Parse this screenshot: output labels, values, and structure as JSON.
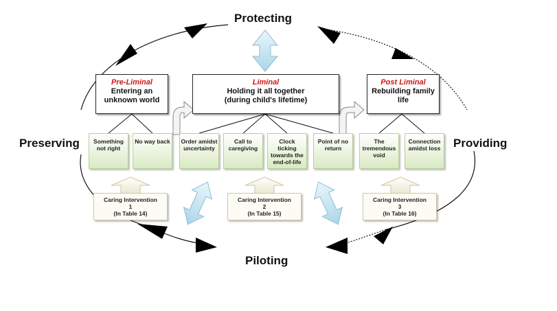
{
  "outer_labels": {
    "top": "Protecting",
    "left": "Preserving",
    "right": "Providing",
    "bottom": "Piloting"
  },
  "stages": [
    {
      "phase": "Pre-Liminal",
      "text_line1": "Entering  an",
      "text_line2": "unknown world"
    },
    {
      "phase": "Liminal",
      "text_line1": "Holding it all together",
      "text_line2": "(during child's lifetime)"
    },
    {
      "phase": "Post Liminal",
      "text_line1": "Rebuilding family",
      "text_line2": "life"
    }
  ],
  "themes": [
    {
      "line1": "Something",
      "line2": "not right",
      "line3": "",
      "line4": ""
    },
    {
      "line1": "No way   back",
      "line2": "",
      "line3": "",
      "line4": ""
    },
    {
      "line1": "Order amidst",
      "line2": "uncertainty",
      "line3": "",
      "line4": ""
    },
    {
      "line1": "Call to",
      "line2": "caregiving",
      "line3": "",
      "line4": ""
    },
    {
      "line1": "Clock",
      "line2": "ticking",
      "line3": "towards the",
      "line4": "end-of-life"
    },
    {
      "line1": "Point of no",
      "line2": "return",
      "line3": "",
      "line4": ""
    },
    {
      "line1": "The",
      "line2": "tremendous",
      "line3": "void",
      "line4": ""
    },
    {
      "line1": "Connection",
      "line2": "amidst loss",
      "line3": "",
      "line4": ""
    }
  ],
  "interventions": [
    {
      "title": "Caring Intervention",
      "number": "1",
      "ref": "(In Table 14)"
    },
    {
      "title": "Caring Intervention",
      "number": "2",
      "ref": "(In Table 15)"
    },
    {
      "title": "Caring Intervention",
      "number": "3",
      "ref": "(In Table 16)"
    }
  ],
  "colors": {
    "phase_text": "#d01414",
    "theme_fill": "#d9eac3",
    "double_arrow_fill": "#c9e6f2",
    "up_arrow_fill": "#f2f0e0",
    "line": "#111111"
  }
}
